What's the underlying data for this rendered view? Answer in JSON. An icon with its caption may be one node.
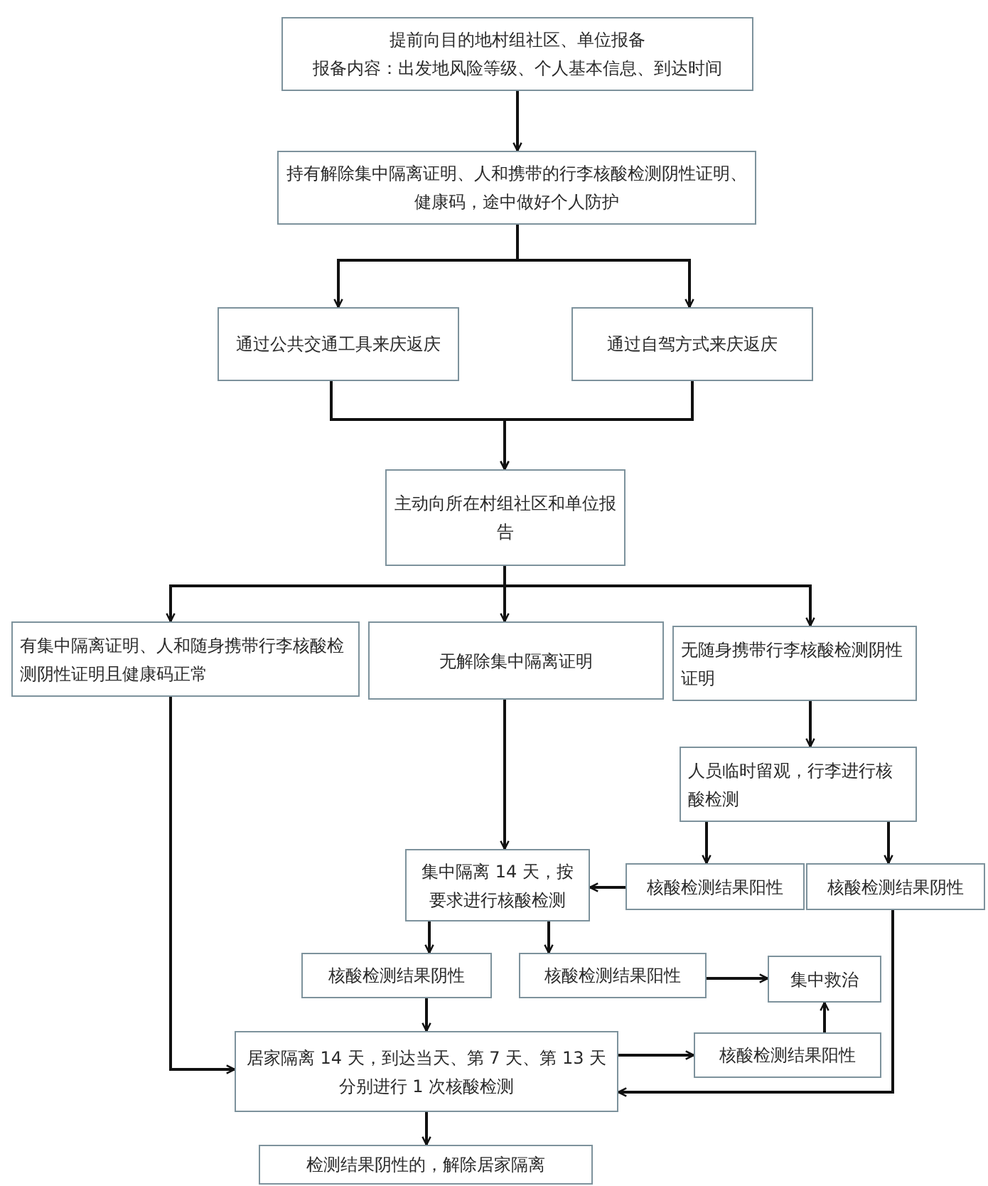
{
  "diagram": {
    "nodes": [
      {
        "text": [
          "提前向目的地村组社区、单位报备",
          "报备内容：出发地风险等级、个人基本信息、到达时间"
        ]
      },
      {
        "text": [
          "持有解除集中隔离证明、人和携带的行李核酸检测阴性证明、健康码，途中做好个人防护"
        ]
      },
      {
        "text": [
          "通过公共交通工具来庆返庆"
        ]
      },
      {
        "text": [
          "通过自驾方式来庆返庆"
        ]
      },
      {
        "text": [
          "主动向所在村组社区和单位报告"
        ]
      },
      {
        "text": [
          "有集中隔离证明、人和随身携带行李核酸检测阴性证明且健康码正常"
        ]
      },
      {
        "text": [
          "无解除集中隔离证明"
        ]
      },
      {
        "text": [
          "无随身携带行李核酸检测阴性证明"
        ]
      },
      {
        "text": [
          "人员临时留观，行李进行核酸检测"
        ]
      },
      {
        "text": [
          "集中隔离 14 天，按要求进行核酸检测"
        ]
      },
      {
        "text": [
          "核酸检测结果阳性"
        ]
      },
      {
        "text": [
          "核酸检测结果阴性"
        ]
      },
      {
        "text": [
          "核酸检测结果阴性"
        ]
      },
      {
        "text": [
          "核酸检测结果阳性"
        ]
      },
      {
        "text": [
          "集中救治"
        ]
      },
      {
        "text": [
          "居家隔离 14 天，到达当天、第 7 天、第 13 天分别进行 1 次核酸检测"
        ]
      },
      {
        "text": [
          "核酸检测结果阳性"
        ]
      },
      {
        "text": [
          "检测结果阴性的，解除居家隔离"
        ]
      }
    ],
    "edges": [
      {
        "from": 0,
        "to": 1,
        "arrow": "to"
      },
      {
        "from": 1,
        "to": 2,
        "arrow": "to"
      },
      {
        "from": 1,
        "to": 3,
        "arrow": "to"
      },
      {
        "from": 2,
        "to": 4,
        "arrow": "to"
      },
      {
        "from": 3,
        "to": 4,
        "arrow": "to"
      },
      {
        "from": 4,
        "to": 5,
        "arrow": "to"
      },
      {
        "from": 4,
        "to": 6,
        "arrow": "to"
      },
      {
        "from": 4,
        "to": 7,
        "arrow": "to"
      },
      {
        "from": 5,
        "to": 15,
        "arrow": "to"
      },
      {
        "from": 6,
        "to": 9,
        "arrow": "to"
      },
      {
        "from": 7,
        "to": 8,
        "arrow": "to"
      },
      {
        "from": 8,
        "to": 10,
        "arrow": "to"
      },
      {
        "from": 8,
        "to": 11,
        "arrow": "to"
      },
      {
        "from": 10,
        "to": 9,
        "arrow": "to"
      },
      {
        "from": 11,
        "to": 15,
        "arrow": "to"
      },
      {
        "from": 9,
        "to": 12,
        "arrow": "to"
      },
      {
        "from": 9,
        "to": 13,
        "arrow": "to"
      },
      {
        "from": 13,
        "to": 14,
        "arrow": "to"
      },
      {
        "from": 12,
        "to": 15,
        "arrow": "to"
      },
      {
        "from": 15,
        "to": 16,
        "arrow": "to"
      },
      {
        "from": 16,
        "to": 14,
        "arrow": "to"
      },
      {
        "from": 15,
        "to": 17,
        "arrow": "to"
      }
    ]
  }
}
